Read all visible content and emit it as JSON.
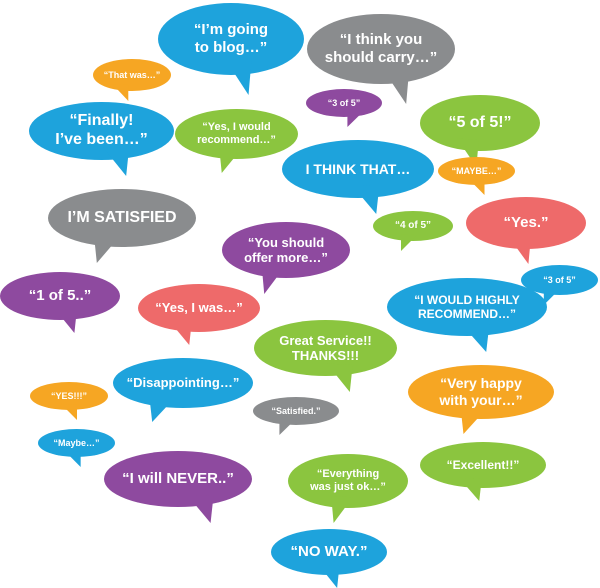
{
  "colors": {
    "blue": "#1ea3dc",
    "gray": "#8a8c8e",
    "orange": "#f6a623",
    "green": "#8bc53f",
    "purple": "#8e4a9f",
    "red": "#ee6a6a"
  },
  "bubbles": [
    {
      "id": "im-going-to-blog",
      "text": "“I’m going\nto blog…”",
      "color": "blue"
    },
    {
      "id": "i-think-you-should-carry",
      "text": "“I think you\nshould carry…”",
      "color": "gray"
    },
    {
      "id": "that-was",
      "text": "“That was…”",
      "color": "orange"
    },
    {
      "id": "3-of-5-top",
      "text": "“3 of 5”",
      "color": "purple"
    },
    {
      "id": "5-of-5",
      "text": "“5 of 5!”",
      "color": "green"
    },
    {
      "id": "finally-ive-been",
      "text": "“Finally!\nI’ve been…”",
      "color": "blue"
    },
    {
      "id": "yes-i-would-recommend",
      "text": "“Yes, I would\nrecommend…”",
      "color": "green"
    },
    {
      "id": "i-think-that",
      "text": "I THINK THAT…",
      "color": "blue"
    },
    {
      "id": "maybe-caps",
      "text": "“MAYBE…”",
      "color": "orange"
    },
    {
      "id": "im-satisfied",
      "text": "I’M SATISFIED",
      "color": "gray"
    },
    {
      "id": "4-of-5",
      "text": "“4 of 5”",
      "color": "green"
    },
    {
      "id": "yes",
      "text": "“Yes.”",
      "color": "red"
    },
    {
      "id": "you-should-offer-more",
      "text": "“You should\noffer more…”",
      "color": "purple"
    },
    {
      "id": "3-of-5-right",
      "text": "“3 of 5”",
      "color": "blue"
    },
    {
      "id": "1-of-5",
      "text": "“1 of 5..”",
      "color": "purple"
    },
    {
      "id": "yes-i-was",
      "text": "“Yes, I was…”",
      "color": "red"
    },
    {
      "id": "i-would-highly-recommend",
      "text": "“I WOULD HIGHLY\nRECOMMEND…”",
      "color": "blue"
    },
    {
      "id": "great-service-thanks",
      "text": "Great Service!!\nTHANKS!!!",
      "color": "green"
    },
    {
      "id": "disappointing",
      "text": "“Disappointing…”",
      "color": "blue"
    },
    {
      "id": "yes-caps",
      "text": "“YES!!!”",
      "color": "orange"
    },
    {
      "id": "very-happy-with-your",
      "text": "“Very happy\nwith your…”",
      "color": "orange"
    },
    {
      "id": "satisfied",
      "text": "“Satisfied.”",
      "color": "gray"
    },
    {
      "id": "maybe",
      "text": "“Maybe…”",
      "color": "blue"
    },
    {
      "id": "excellent",
      "text": "“Excellent!!”",
      "color": "green"
    },
    {
      "id": "i-will-never",
      "text": "“I will NEVER..”",
      "color": "purple"
    },
    {
      "id": "everything-was-just-ok",
      "text": "“Everything\nwas just ok…”",
      "color": "green"
    },
    {
      "id": "no-way",
      "text": "“NO WAY.”",
      "color": "blue"
    }
  ]
}
